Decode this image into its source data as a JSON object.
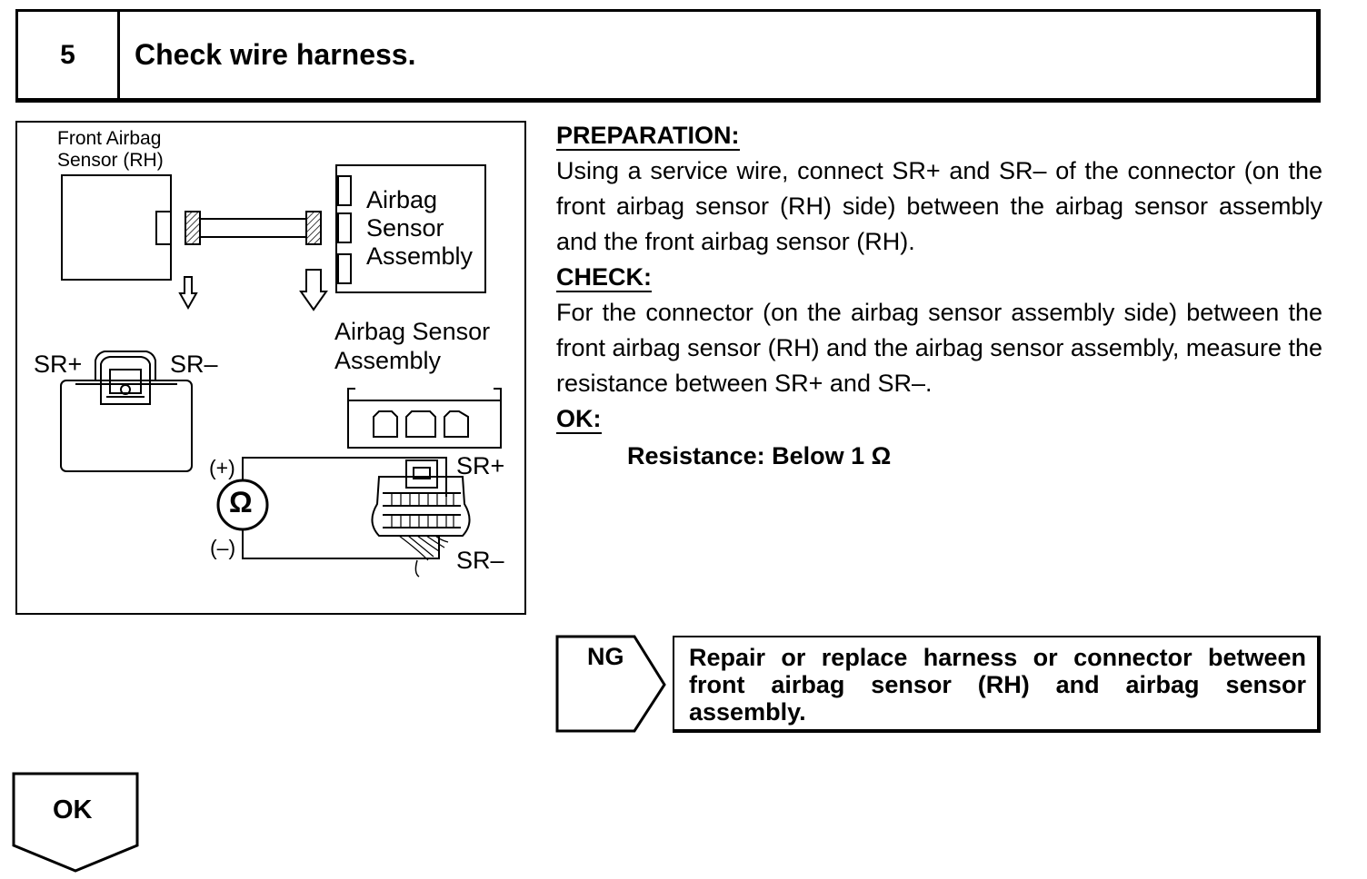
{
  "step": {
    "number": "5",
    "title": "Check wire harness."
  },
  "figure": {
    "front_sensor_label": "Front Airbag\nSensor (RH)",
    "assembly_label": "Airbag\nSensor\nAssembly",
    "assembly_label_2": "Airbag Sensor\nAssembly",
    "sr_plus": "SR+",
    "sr_minus": "SR–",
    "plus": "(+)",
    "minus": "(–)",
    "ohm": "Ω"
  },
  "text": {
    "preparation_heading": "PREPARATION:",
    "preparation_body": "Using a service wire, connect SR+ and SR– of the connector (on the front airbag sensor (RH) side) between the airbag sensor assembly and the front airbag sensor (RH).",
    "check_heading": "CHECK:",
    "check_body": "For the connector (on the airbag sensor assembly side) between the front airbag sensor (RH) and the airbag sensor assembly, measure the resistance between SR+ and SR–.",
    "ok_heading": "OK:",
    "ok_spec": "Resistance: Below 1 Ω"
  },
  "ng": {
    "label": "NG",
    "action": "Repair or replace harness or connector between front airbag sensor (RH) and airbag sensor assembly."
  },
  "ok": {
    "label": "OK"
  }
}
